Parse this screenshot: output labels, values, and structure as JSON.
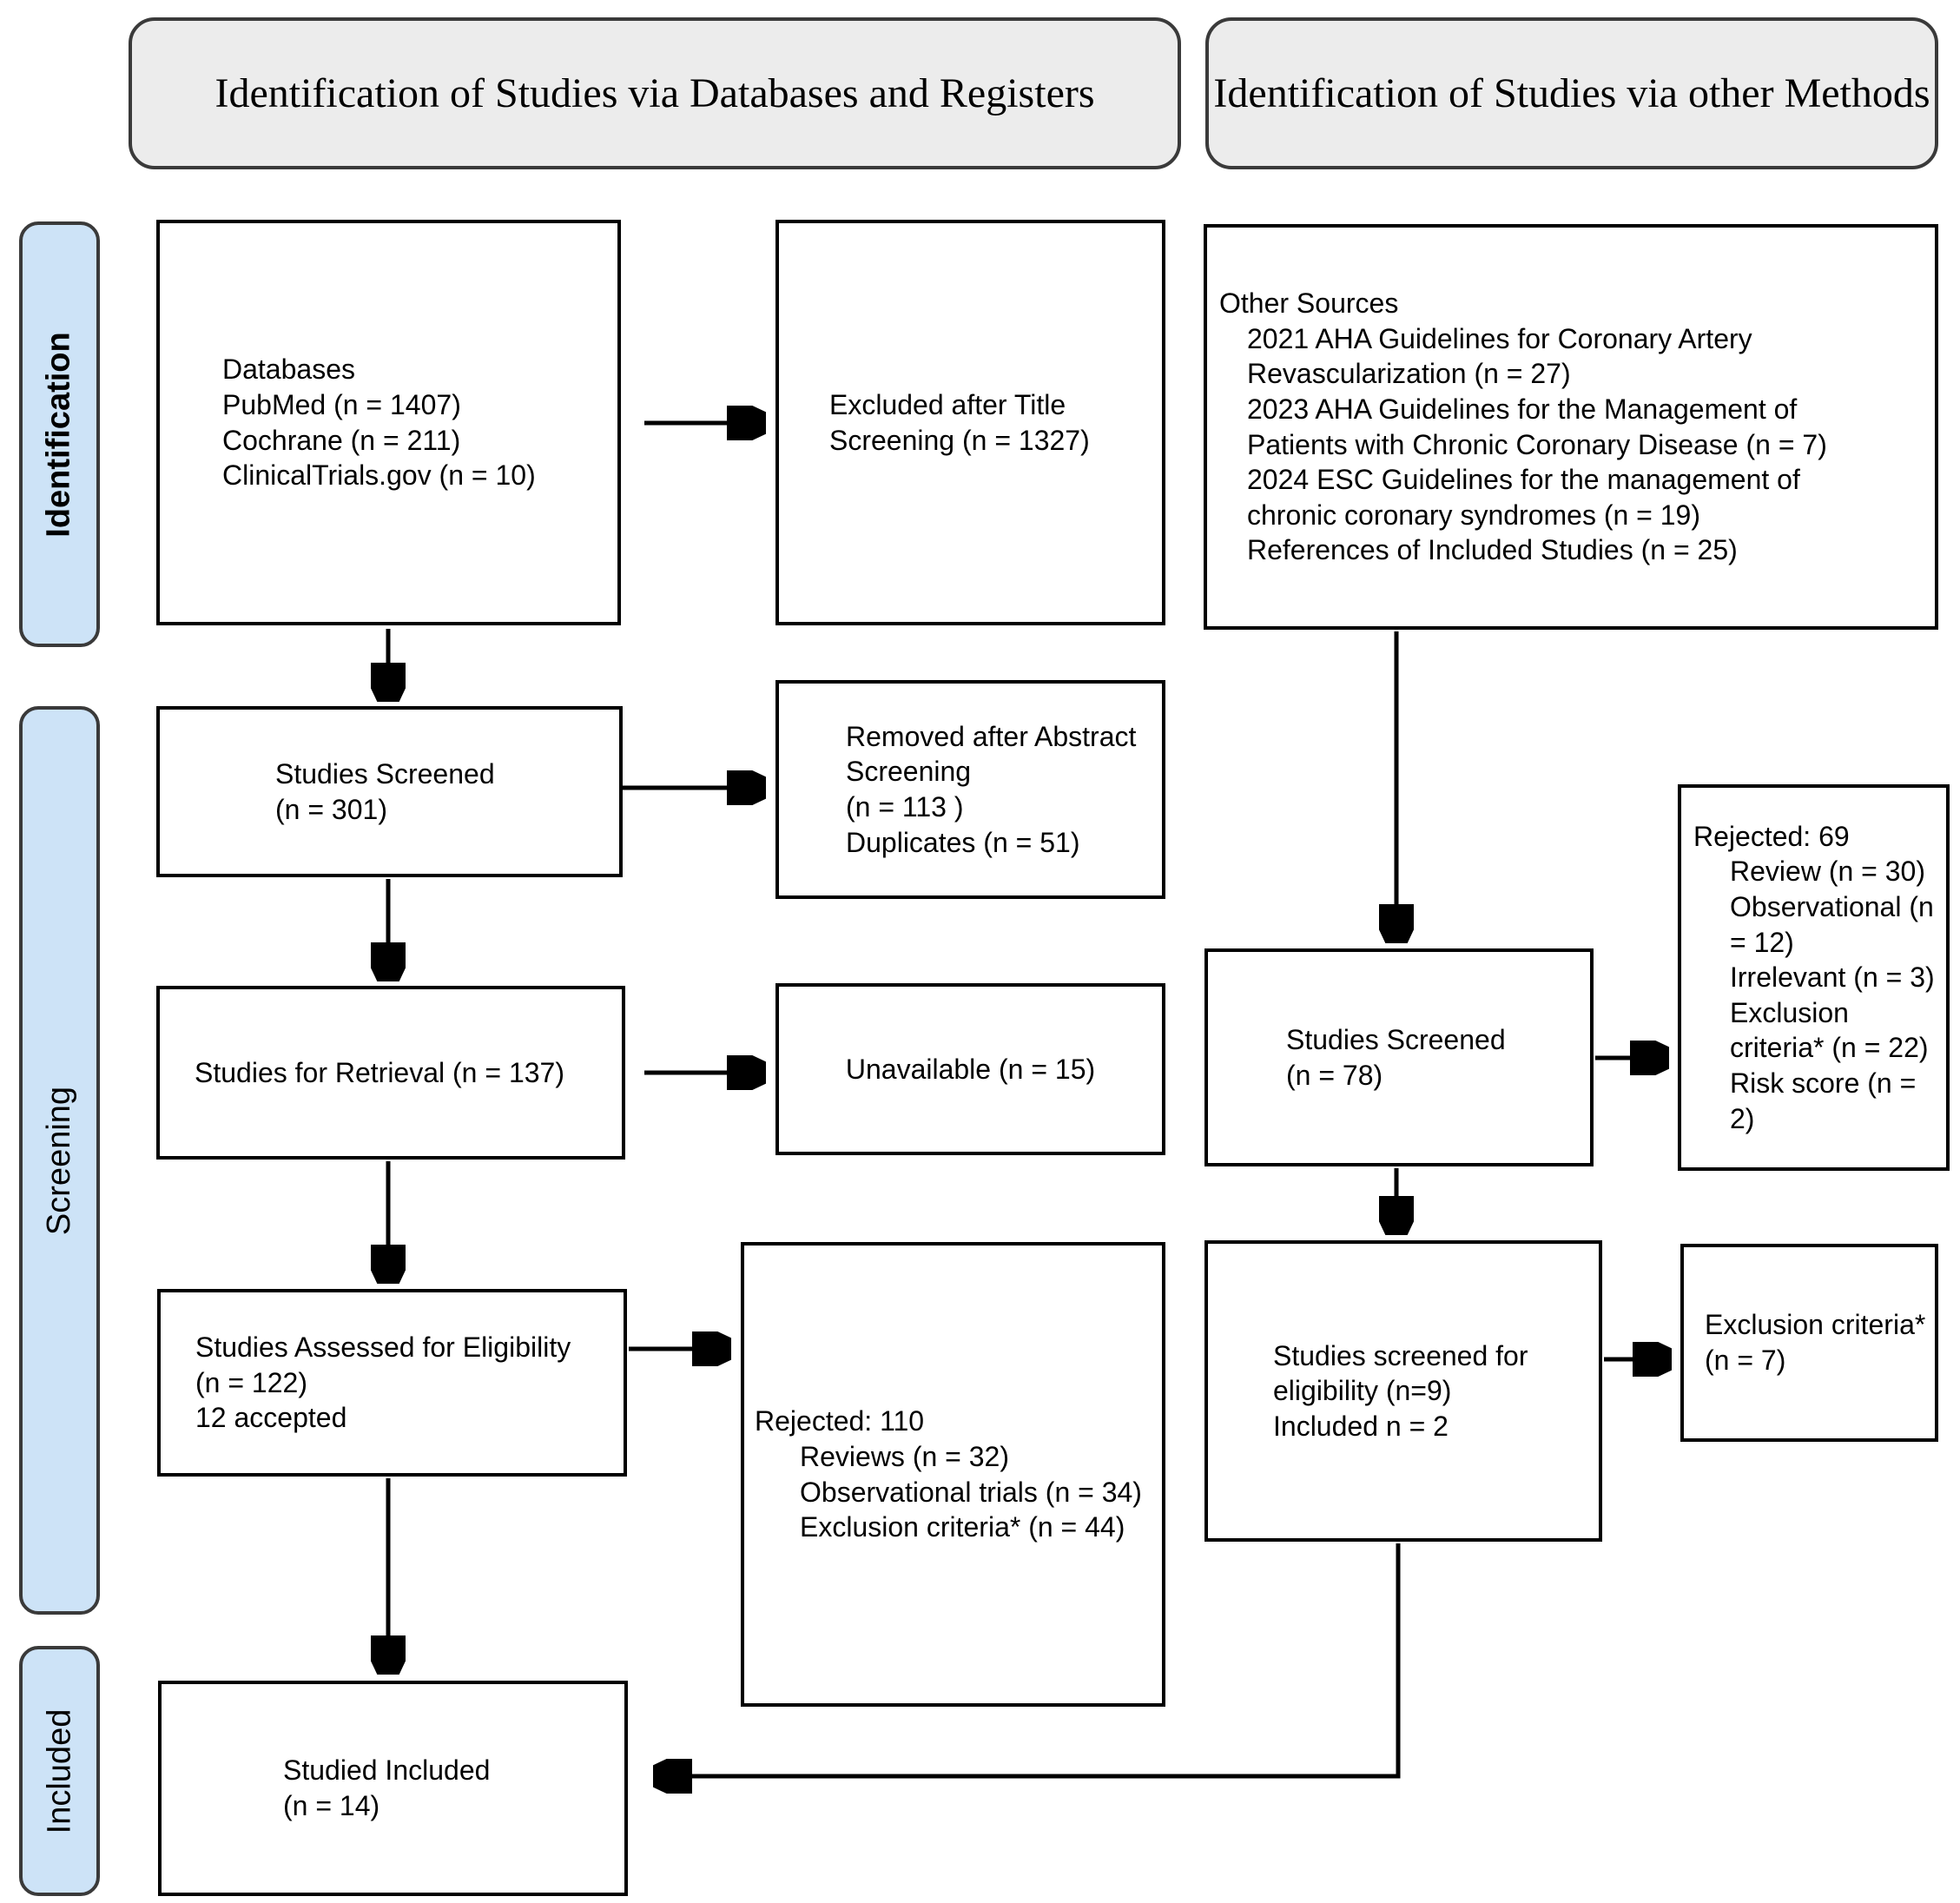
{
  "headers": {
    "left": "Identification of Studies via Databases and Registers",
    "right": "Identification of Studies via other Methods"
  },
  "sidebar": {
    "identification": "Identification",
    "screening": "Screening",
    "included": "Included"
  },
  "colors": {
    "band_fill": "#cde3f7",
    "header_fill": "#ececec",
    "box_fill": "#ffffff",
    "line": "#000000"
  },
  "boxes": {
    "databases": {
      "lines": [
        "Databases",
        "PubMed (n = 1407)",
        "Cochrane (n = 211)",
        "ClinicalTrials.gov (n = 10)"
      ]
    },
    "excluded_title": {
      "lines": [
        "Excluded after Title",
        "Screening (n = 1327)"
      ]
    },
    "other_sources": {
      "title": "Other Sources",
      "items": [
        "2021 AHA Guidelines for Coronary Artery\nRevascularization (n = 27)",
        "2023 AHA Guidelines for the Management of\nPatients with Chronic Coronary Disease (n = 7)",
        "2024 ESC Guidelines for the management of\nchronic coronary syndromes (n = 19)",
        "References of Included Studies (n = 25)"
      ]
    },
    "studies_screened_db": {
      "lines": [
        "Studies Screened",
        "(n = 301)"
      ]
    },
    "removed_abstract": {
      "lines": [
        "Removed after Abstract",
        "Screening",
        "(n = 113 )",
        "Duplicates (n = 51)"
      ]
    },
    "studies_retrieval": {
      "lines": [
        "Studies for Retrieval (n = 137)"
      ]
    },
    "unavailable": {
      "lines": [
        "Unavailable (n = 15)"
      ]
    },
    "studies_screened_other": {
      "lines": [
        "Studies Screened",
        "(n = 78)"
      ]
    },
    "rejected_69": {
      "title": "Rejected: 69",
      "items": [
        "Review (n = 30)",
        "Observational (n\n= 12)",
        "Irrelevant (n = 3)",
        "Exclusion\ncriteria* (n = 22)",
        "Risk score (n =\n2)"
      ]
    },
    "studies_assessed": {
      "lines": [
        "Studies Assessed for Eligibility",
        "(n = 122)",
        "12 accepted"
      ]
    },
    "rejected_110": {
      "title": "Rejected: 110",
      "items": [
        "Reviews (n = 32)",
        "Observational trials (n = 34)",
        "Exclusion criteria* (n = 44)"
      ]
    },
    "screened_eligibility": {
      "lines": [
        "Studies screened for",
        "eligibility (n=9)",
        "Included n = 2"
      ]
    },
    "exclusion_criteria": {
      "lines": [
        "Exclusion criteria*",
        "(n = 7)"
      ]
    },
    "studied_included": {
      "lines": [
        "Studied Included",
        "(n = 14)"
      ]
    }
  }
}
